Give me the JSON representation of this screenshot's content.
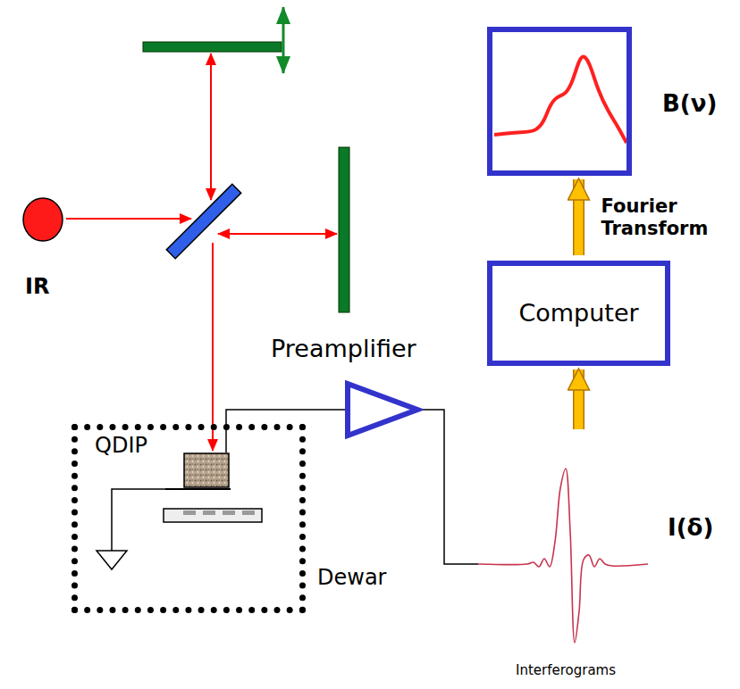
{
  "diagram": {
    "nodes": [
      {
        "text": [
          "IR"
        ]
      },
      {
        "text": [
          "Dewar"
        ]
      },
      {
        "text": [
          "QDIP"
        ],
        "in": 1
      },
      {
        "text": [
          "Preamplifier"
        ]
      },
      {
        "text": [
          "B(ν)"
        ]
      },
      {
        "text": [
          "Computer"
        ]
      },
      {
        "text": [
          "I(δ)",
          "Interferograms"
        ]
      }
    ],
    "edges": [
      {
        "from": 2,
        "to": 3,
        "arrow": "none"
      },
      {
        "from": 3,
        "to": 6,
        "arrow": "none"
      },
      {
        "from": 6,
        "to": 5,
        "arrow": "to"
      },
      {
        "from": 5,
        "to": 4,
        "arrow": "to",
        "label": "Fourier Transform"
      }
    ]
  }
}
